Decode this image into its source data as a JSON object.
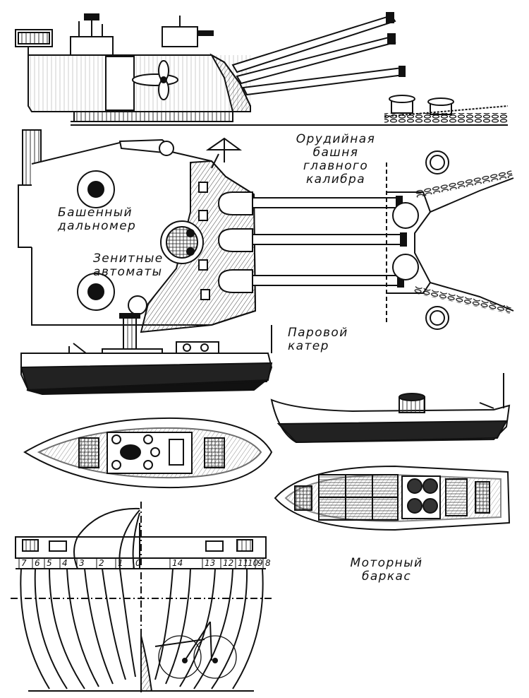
{
  "labels": {
    "main_turret": "Орудийная\nбашня\nглавного\nкалибра",
    "rangefinder": "Башенный\nдальномер",
    "aa_guns": "Зенитные\nавтоматы",
    "steam_launch": "Паровой\nкатер",
    "motor_launch": "Моторный\nбаркас"
  },
  "stations_left": [
    "7",
    "6",
    "5",
    "4",
    "3",
    "2",
    "1",
    "0"
  ],
  "stations_right": [
    "14",
    "13",
    "12",
    "11",
    "10",
    "9",
    "8"
  ],
  "colors": {
    "ink": "#111111",
    "paper": "#ffffff",
    "hatch": "#555555"
  }
}
